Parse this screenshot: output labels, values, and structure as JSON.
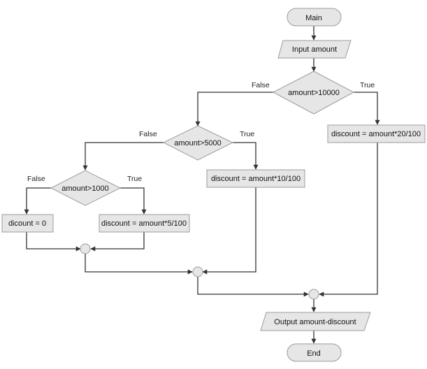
{
  "nodes": {
    "main": "Main",
    "input": "Input amount",
    "d1": "amount>10000",
    "p20": "discount = amount*20/100",
    "d2": "amount>5000",
    "p10": "discount = amount*10/100",
    "d3": "amount>1000",
    "p0": "dicount = 0",
    "p5": "discount = amount*5/100",
    "output": "Output amount-discount",
    "end": "End"
  },
  "branch_labels": {
    "d1_false": "False",
    "d1_true": "True",
    "d2_false": "False",
    "d2_true": "True",
    "d3_false": "False",
    "d3_true": "True"
  }
}
